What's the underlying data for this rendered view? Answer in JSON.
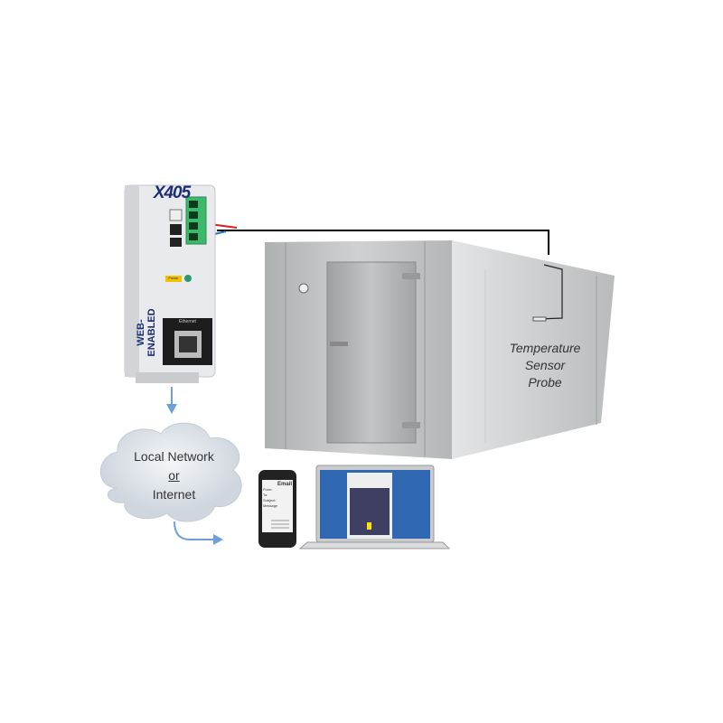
{
  "device": {
    "brand": "X405",
    "side_label": "WEB-ENABLED",
    "power_label": "Power",
    "ethernet_label": "Ethernet"
  },
  "cloud": {
    "line1": "Local Network",
    "line2": "or",
    "line3": "Internet"
  },
  "probe": {
    "line1": "Temperature",
    "line2": "Sensor",
    "line3": "Probe"
  },
  "phone": {
    "title": "Email",
    "fields": [
      "From:",
      "To:",
      "Subject:",
      "Message"
    ]
  },
  "colors": {
    "arrow": "#6f9fd8",
    "wire": "#000000",
    "cooler": "#c8cacb",
    "cloud": "#e3e8ee",
    "laptop_screen": "#2f67b0",
    "terminal": "#3cb96a"
  }
}
